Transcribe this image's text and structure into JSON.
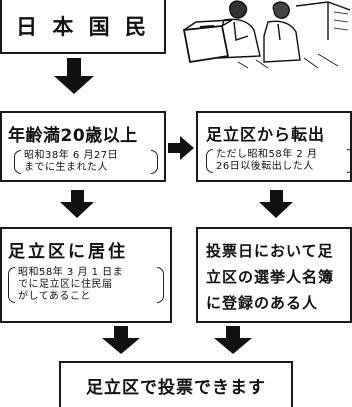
{
  "boxes": {
    "citizen": {
      "title": "日 本 国 民"
    },
    "age": {
      "title": "年齢満20歳以上",
      "note_line1": "昭和38年 6 月27日",
      "note_line2": "までに生まれた人"
    },
    "moved_out": {
      "title": "足立区から転出",
      "note_line1": "ただし昭和58年 2 月",
      "note_line2": "26日以後転出した人"
    },
    "resident": {
      "title": "足立区に居住",
      "note_line1": "昭和58年 3 月 1 日ま",
      "note_line2": "でに足立区に住民届",
      "note_line3": "がしてあること"
    },
    "registered": {
      "line1": "投票日において足",
      "line2": "立区の選挙人名簿",
      "line3": "に登録のある人"
    },
    "result": {
      "title": "足立区で投票できます"
    }
  },
  "illustration": {
    "icon": "voting-booth-icon"
  }
}
